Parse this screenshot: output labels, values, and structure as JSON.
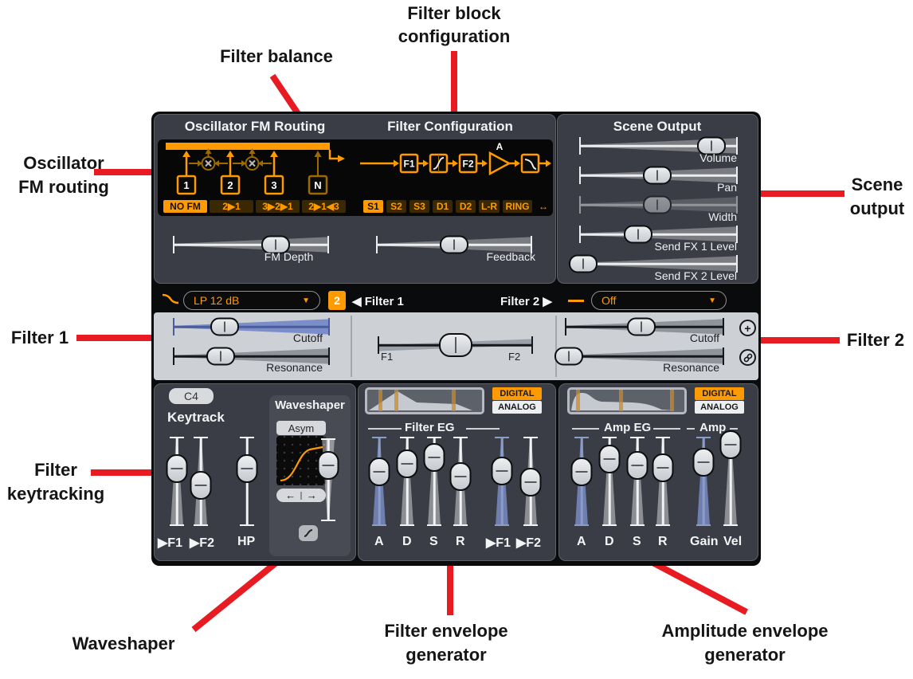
{
  "annotations": {
    "filter_block_config_1": "Filter block",
    "filter_block_config_2": "configuration",
    "filter_balance": "Filter balance",
    "osc_fm_1": "Oscillator",
    "osc_fm_2": "FM routing",
    "filter1": "Filter 1",
    "filter_keytracking_1": "Filter",
    "filter_keytracking_2": "keytracking",
    "scene_output_1": "Scene",
    "scene_output_2": "output",
    "filter2": "Filter 2",
    "waveshaper": "Waveshaper",
    "filter_eg_1": "Filter envelope",
    "filter_eg_2": "generator",
    "amp_eg_1": "Amplitude envelope",
    "amp_eg_2": "generator"
  },
  "osc_fm": {
    "title": "Oscillator FM Routing",
    "osc_labels": [
      "1",
      "2",
      "3",
      "N"
    ],
    "routing_options": [
      "NO FM",
      "2▶1",
      "3▶2▶1",
      "2▶1◀3"
    ],
    "selected_routing": "NO FM",
    "fm_depth": {
      "label": "FM Depth",
      "value_pct": 66
    }
  },
  "filter_config": {
    "title": "Filter Configuration",
    "blocks": [
      "F1",
      "F2",
      "A"
    ],
    "config_options": [
      "S1",
      "S2",
      "S3",
      "D1",
      "D2",
      "L-R",
      "RING",
      "↔"
    ],
    "selected_config": "S1",
    "feedback": {
      "label": "Feedback",
      "value_pct": 50
    }
  },
  "scene_output": {
    "title": "Scene Output",
    "sliders": [
      {
        "label": "Volume",
        "value_pct": 84,
        "enabled": true
      },
      {
        "label": "Pan",
        "value_pct": 49,
        "enabled": true
      },
      {
        "label": "Width",
        "value_pct": 49,
        "enabled": false
      },
      {
        "label": "Send FX 1 Level",
        "value_pct": 37,
        "enabled": true
      },
      {
        "label": "Send FX 2 Level",
        "value_pct": 2,
        "enabled": true
      }
    ]
  },
  "filter_header": {
    "filter1_type": "LP 12 dB",
    "filter1_subtype": "2",
    "filter1_nav": "◀ Filter 1",
    "filter2_nav": "Filter 2 ▶",
    "filter2_type": "Off",
    "dropdown_arrow": "▼"
  },
  "filter1": {
    "cutoff": {
      "label": "Cutoff",
      "value_pct": 33
    },
    "resonance": {
      "label": "Resonance",
      "value_pct": 30
    }
  },
  "filter_balance": {
    "left_label": "F1",
    "right_label": "F2",
    "value_pct": 50
  },
  "filter2": {
    "cutoff": {
      "label": "Cutoff",
      "value_pct": 48
    },
    "resonance": {
      "label": "Resonance",
      "value_pct": 2
    },
    "add_label": "+"
  },
  "keytrack": {
    "note": "C4",
    "title": "Keytrack",
    "sliders": [
      {
        "label": "▶F1",
        "value_pct": 36
      },
      {
        "label": "▶F2",
        "value_pct": 54
      },
      {
        "label": "HP",
        "value_pct": 36
      }
    ]
  },
  "waveshaper": {
    "title": "Waveshaper",
    "type": "Asym",
    "prev": "←",
    "next": "→",
    "drive_pct": 33
  },
  "filter_eg": {
    "title": "Filter EG",
    "mode_digital": "DIGITAL",
    "mode_analog": "ANALOG",
    "selected_mode": "DIGITAL",
    "adsr": [
      {
        "label": "A",
        "value_pct": 40
      },
      {
        "label": "D",
        "value_pct": 31
      },
      {
        "label": "S",
        "value_pct": 24
      },
      {
        "label": "R",
        "value_pct": 45
      }
    ],
    "depth": [
      {
        "label": "▶F1",
        "value_pct": 39
      },
      {
        "label": "▶F2",
        "value_pct": 51
      }
    ]
  },
  "amp_eg": {
    "title": "Amp EG",
    "amp_title": "Amp",
    "mode_digital": "DIGITAL",
    "mode_analog": "ANALOG",
    "selected_mode": "DIGITAL",
    "adsr": [
      {
        "label": "A",
        "value_pct": 40
      },
      {
        "label": "D",
        "value_pct": 26
      },
      {
        "label": "S",
        "value_pct": 33
      },
      {
        "label": "R",
        "value_pct": 35
      }
    ],
    "amp": [
      {
        "label": "Gain",
        "value_pct": 29
      },
      {
        "label": "Vel",
        "value_pct": 10
      }
    ]
  },
  "colors": {
    "accent": "#ff9a02",
    "annotation_red": "#e81b23",
    "blue_slider": "#7b8ec9",
    "panel_bg": "#3a3d45",
    "light_panel": "#cdd0d4"
  }
}
